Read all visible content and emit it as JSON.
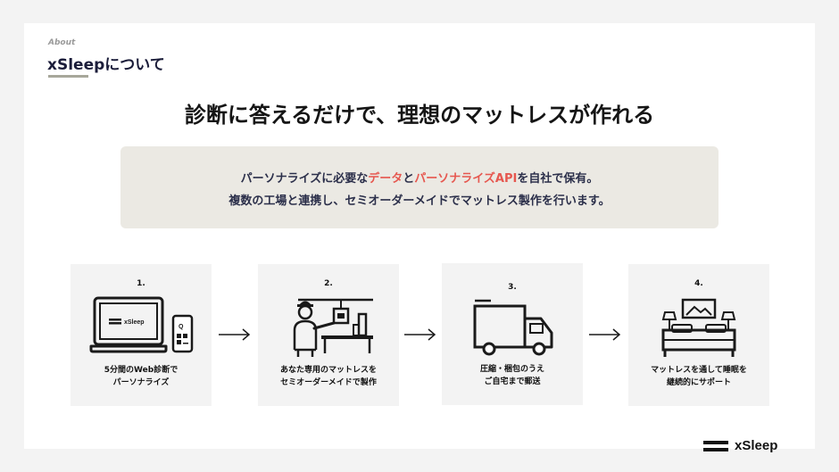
{
  "header": {
    "eyebrow": "About",
    "title": "xSleepについて",
    "accent_color": "#a7a79a"
  },
  "headline": "診断に答えるだけで、理想のマットレスが作れる",
  "summary": {
    "line1_a": "パーソナライズに必要な",
    "line1_hl1": "データ",
    "line1_b": "と",
    "line1_hl2": "パーソナライズAPI",
    "line1_c": "を自社で保有。",
    "line2": "複数の工場と連携し、セミオーダーメイドでマットレス製作を行います。",
    "highlight_color": "#e6574f"
  },
  "steps": [
    {
      "num": "1.",
      "caption1": "5分間のWeb診断で",
      "caption2": "パーソナライズ",
      "icon": "laptop-phone-icon",
      "screen_label": "xSleep",
      "phone_label": "Q"
    },
    {
      "num": "2.",
      "caption1": "あなた専用のマットレスを",
      "caption2": "セミオーダーメイドで製作",
      "icon": "worker-icon"
    },
    {
      "num": "3.",
      "caption1": "圧縮・梱包のうえ",
      "caption2": "ご自宅まで郵送",
      "icon": "delivery-truck-icon"
    },
    {
      "num": "4.",
      "caption1": "マットレスを通して睡眠を",
      "caption2": "継続的にサポート",
      "icon": "bedroom-icon"
    }
  ],
  "footer": {
    "brand": "xSleep"
  }
}
